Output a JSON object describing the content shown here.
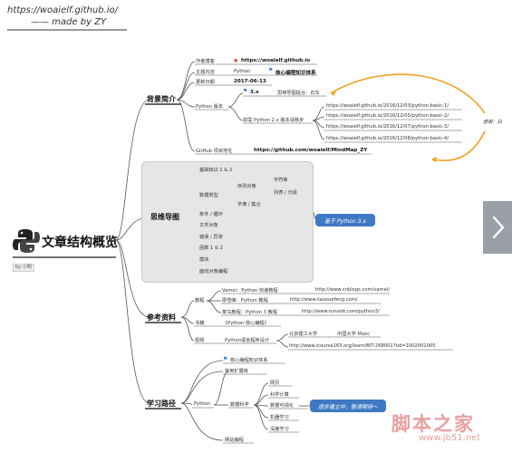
{
  "header": {
    "url": "https://woaielf.github.io/",
    "made_by": "—— made by ZY"
  },
  "root": {
    "title": "文章结构概览",
    "author_tag": "by 小明"
  },
  "branches": {
    "intro": "背景简介",
    "mindmap": "思维导图",
    "refs": "参考资料",
    "path": "学习路径"
  },
  "intro": {
    "author_label": "作者博客",
    "author_value": "https://woaielf.github.io",
    "topic_label": "主题内容",
    "topic_python": "Python",
    "topic_value": "核心编程知识体系",
    "date_label": "更新日期",
    "date_value": "2017-06-13",
    "pyver_label": "Python 版本",
    "py3": "3.x",
    "py3_note": "思维导图提合：石东",
    "py2_label": "如需 Python 2.x 版本请移步",
    "links": [
      "https://woaielf.github.io/2016/12/03/python-basic-1/",
      "https://woaielf.github.io/2016/12/05/python-basic-2/",
      "https://woaielf.github.io/2016/12/07/python-basic-3/",
      "https://woaielf.github.io/2016/12/08/python-basic-4/"
    ],
    "side_note": "感谢：白",
    "github_label": "GitHub 项目地址",
    "github_value": "https://github.com/woaielf/MindMap_ZY"
  },
  "mindmap": {
    "items": [
      "基础知识 1 & 2",
      "数据类型",
      "条件 / 循环",
      "文件对象",
      "错误 / 异常",
      "函数 1 & 2",
      "模块",
      "面向对象编程"
    ],
    "seq": "序列对象",
    "str": "字符串",
    "list": "列表 / 元组",
    "dict": "字典 / 集合",
    "note": "基于 Python 3.x"
  },
  "refs": {
    "tutorial_label": "教程",
    "t1": "Vamei：Python 快速教程",
    "t1_url": "http://www.cnblogs.com/vamei/",
    "t2": "廖雪峰：Python 教程",
    "t2_url": "http://www.liaoxuefeng.com/",
    "t3": "菜鸟教程：Python 3 教程",
    "t3_url": "http://www.runoob.com/python3/",
    "book_label": "书籍",
    "book": "《Python 核心编程》",
    "video_label": "视频",
    "video": "Python语言程序设计",
    "school": "北京理工大学",
    "mooc": "中国大学 Mooc",
    "video_url": "http://www.icourse163.org/learn/BIT-268001?tid=1002001005"
  },
  "path": {
    "core": "核心编程知识体系",
    "lib": "常用扩展库",
    "python": "Python",
    "ds": "数据科学",
    "ds_items": [
      "网页",
      "科学计算",
      "数据可视化",
      "机器学习",
      "深度学习"
    ],
    "web": "网站编程",
    "note": "逐步建立中，敬请期待～"
  },
  "watermark": {
    "name": "脚本之家",
    "url": "www.jb51.net"
  },
  "colors": {
    "accent": "#3f79c4",
    "arrow": "#f0a020",
    "flag": "#2f6fd0",
    "star": "#e0302a",
    "nav": "#8a8f99"
  }
}
